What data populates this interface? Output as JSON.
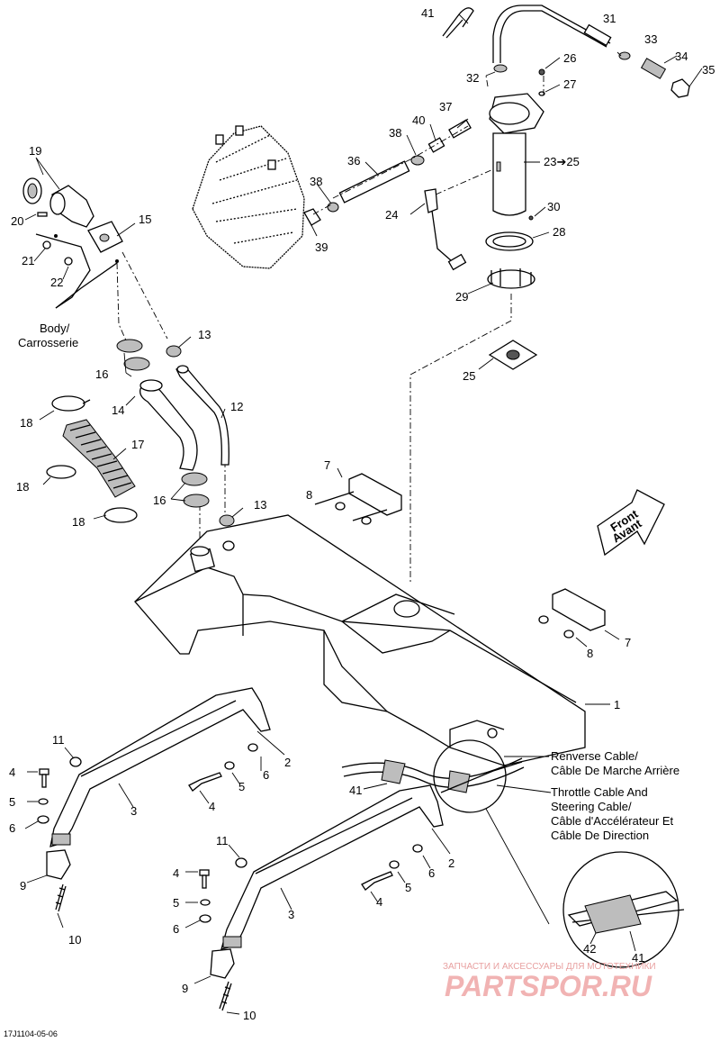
{
  "callouts": [
    "1",
    "2",
    "3",
    "4",
    "5",
    "6",
    "7",
    "8",
    "9",
    "10",
    "11",
    "12",
    "13",
    "14",
    "15",
    "16",
    "17",
    "18",
    "19",
    "20",
    "21",
    "22",
    "23➔25",
    "24",
    "25",
    "26",
    "27",
    "28",
    "29",
    "30",
    "31",
    "32",
    "33",
    "34",
    "35",
    "36",
    "37",
    "38",
    "39",
    "40",
    "41",
    "42"
  ],
  "notes": {
    "body_en": "Body/",
    "body_fr": "Carrosserie",
    "front_en": "Front",
    "front_fr": "Avant",
    "reverse_cable_en": "Renverse Cable/",
    "reverse_cable_fr": "Câble De Marche Arrière",
    "throttle_1": "Throttle Cable And",
    "throttle_2": "Steering Cable/",
    "throttle_3": "Câble d'Accélérateur Et",
    "throttle_4": "Câble De Direction"
  },
  "drawing_code": "17J1104-05-06",
  "watermark": {
    "line1": "ЗАПЧАСТИ И АКСЕССУАРЫ ДЛЯ МОТОТЕХНИКИ",
    "line2": "PARTSPOR.RU"
  }
}
